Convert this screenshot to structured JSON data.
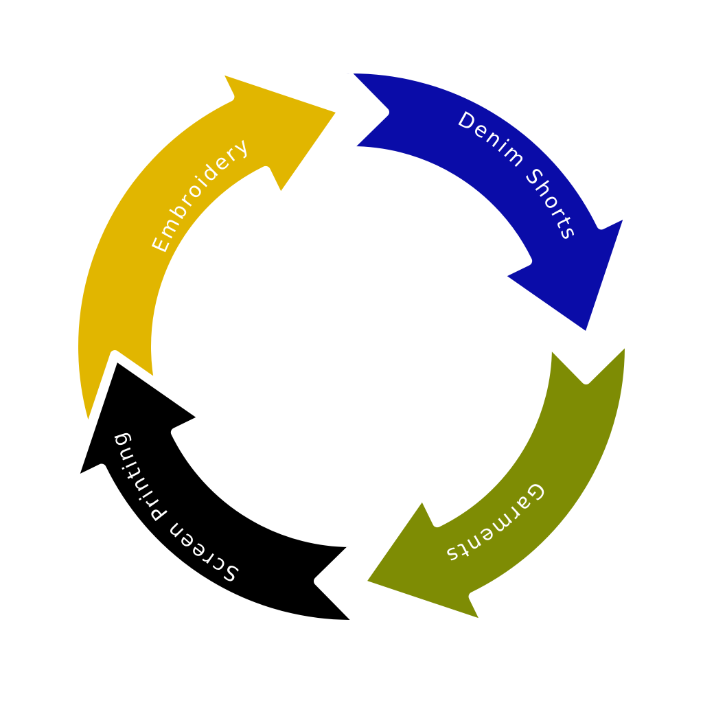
{
  "diagram": {
    "type": "cycle",
    "segments": [
      {
        "label": "Embroidery",
        "color": "#E1B600",
        "direction": "clockwise"
      },
      {
        "label": "Denim Shorts",
        "color": "#0A0CA8",
        "direction": "clockwise"
      },
      {
        "label": "Garments",
        "color": "#7E8C04",
        "direction": "clockwise"
      },
      {
        "label": "Screen Printing",
        "color": "#000000",
        "direction": "clockwise"
      }
    ],
    "background": "#FFFFFF",
    "text_color": "#FFFFFF"
  }
}
